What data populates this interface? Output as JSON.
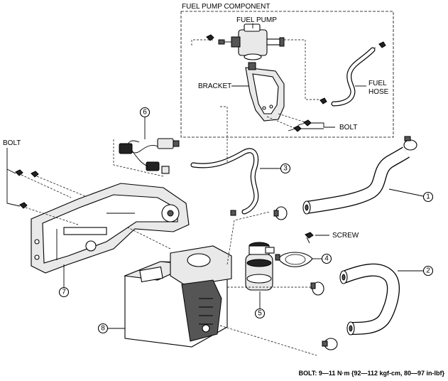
{
  "labels": {
    "fuel_pump_component": "FUEL PUMP COMPONENT",
    "fuel_pump": "FUEL PUMP",
    "bracket": "BRACKET",
    "fuel_hose_line1": "FUEL",
    "fuel_hose_line2": "HOSE",
    "bolt_inset": "BOLT",
    "bolt_left": "BOLT",
    "screw": "SCREW",
    "torque_spec": "BOLT: 9—11 N·m {92—112 kgf-cm, 80—97 in-lbf}"
  },
  "callouts": [
    "1",
    "2",
    "3",
    "4",
    "5",
    "6",
    "7",
    "8"
  ]
}
